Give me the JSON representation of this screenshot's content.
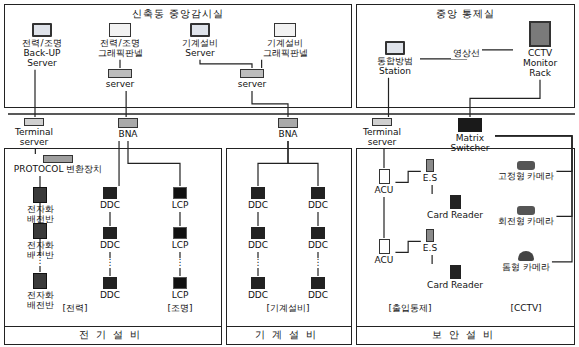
{
  "diagram": {
    "nodes": [
      {
        "text": [
          "신축동 중앙감시실"
        ]
      },
      {
        "text": [
          "전력/조명 Back-UP Server"
        ],
        "in": 0
      },
      {
        "text": [
          "전력/조명 그래픽판넬"
        ],
        "in": 0
      },
      {
        "text": [
          "기계설비 Server"
        ],
        "in": 0
      },
      {
        "text": [
          "기계설비 그래픽판넬"
        ],
        "in": 0
      },
      {
        "text": [
          "server"
        ],
        "in": 0
      },
      {
        "text": [
          "server"
        ],
        "in": 0
      },
      {
        "text": [
          "중앙 통제실"
        ]
      },
      {
        "text": [
          "통합방범 Station"
        ],
        "in": 7
      },
      {
        "text": [
          "CCTV Monitor Rack"
        ],
        "in": 7
      },
      {
        "text": [
          "Terminal server"
        ]
      },
      {
        "text": [
          "BNA"
        ]
      },
      {
        "text": [
          "BNA"
        ]
      },
      {
        "text": [
          "Terminal server"
        ]
      },
      {
        "text": [
          "Matrix Switcher"
        ]
      },
      {
        "text": [
          "전기설비"
        ]
      },
      {
        "text": [
          "PROTOCOL 변환장치"
        ],
        "in": 15
      },
      {
        "text": [
          "전자화 배전반"
        ],
        "in": 15
      },
      {
        "text": [
          "전자화 배전반"
        ],
        "in": 15
      },
      {
        "text": [
          "전자화 배전반"
        ],
        "in": 15
      },
      {
        "text": [
          "DDC"
        ],
        "in": 15
      },
      {
        "text": [
          "DDC"
        ],
        "in": 15
      },
      {
        "text": [
          "DDC"
        ],
        "in": 15
      },
      {
        "text": [
          "LCP"
        ],
        "in": 15
      },
      {
        "text": [
          "LCP"
        ],
        "in": 15
      },
      {
        "text": [
          "LCP"
        ],
        "in": 15
      },
      {
        "text": [
          "기계설비"
        ]
      },
      {
        "text": [
          "DDC"
        ],
        "in": 26
      },
      {
        "text": [
          "DDC"
        ],
        "in": 26
      },
      {
        "text": [
          "DDC"
        ],
        "in": 26
      },
      {
        "text": [
          "DDC"
        ],
        "in": 26
      },
      {
        "text": [
          "DDC"
        ],
        "in": 26
      },
      {
        "text": [
          "DDC"
        ],
        "in": 26
      },
      {
        "text": [
          "보안설비"
        ]
      },
      {
        "text": [
          "ACU"
        ],
        "in": 33
      },
      {
        "text": [
          "E.S"
        ],
        "in": 33
      },
      {
        "text": [
          "Card Reader"
        ],
        "in": 33
      },
      {
        "text": [
          "ACU"
        ],
        "in": 33
      },
      {
        "text": [
          "E.S"
        ],
        "in": 33
      },
      {
        "text": [
          "Card Reader"
        ],
        "in": 33
      },
      {
        "text": [
          "고정형 카메라"
        ],
        "in": 33
      },
      {
        "text": [
          "회전형 카메라"
        ],
        "in": 33
      },
      {
        "text": [
          "돔형 카메라"
        ],
        "in": 33
      }
    ],
    "edges": [
      {
        "from": 1,
        "to": 10,
        "arrow": "none"
      },
      {
        "from": 2,
        "to": 5,
        "arrow": "none"
      },
      {
        "from": 3,
        "to": 6,
        "arrow": "none"
      },
      {
        "from": 4,
        "to": 6,
        "arrow": "none"
      },
      {
        "from": 5,
        "to": 11,
        "arrow": "none"
      },
      {
        "from": 6,
        "to": 12,
        "arrow": "none"
      },
      {
        "from": 8,
        "to": 9,
        "label": "영상선",
        "arrow": "none"
      },
      {
        "from": 8,
        "to": 13,
        "arrow": "none"
      },
      {
        "from": 14,
        "to": 9,
        "arrow": "none"
      },
      {
        "from": 10,
        "to": 16,
        "arrow": "none"
      },
      {
        "from": 16,
        "to": 17,
        "arrow": "none"
      },
      {
        "from": 17,
        "to": 18,
        "arrow": "none"
      },
      {
        "from": 18,
        "to": 19,
        "arrow": "none"
      },
      {
        "from": 11,
        "to": 20,
        "arrow": "none"
      },
      {
        "from": 20,
        "to": 21,
        "arrow": "none"
      },
      {
        "from": 21,
        "to": 22,
        "arrow": "none"
      },
      {
        "from": 11,
        "to": 23,
        "arrow": "none"
      },
      {
        "from": 23,
        "to": 24,
        "arrow": "none"
      },
      {
        "from": 24,
        "to": 25,
        "arrow": "none"
      },
      {
        "from": 12,
        "to": 27,
        "arrow": "none"
      },
      {
        "from": 27,
        "to": 28,
        "arrow": "none"
      },
      {
        "from": 28,
        "to": 29,
        "arrow": "none"
      },
      {
        "from": 12,
        "to": 30,
        "arrow": "none"
      },
      {
        "from": 30,
        "to": 31,
        "arrow": "none"
      },
      {
        "from": 31,
        "to": 32,
        "arrow": "none"
      },
      {
        "from": 13,
        "to": 34,
        "arrow": "none"
      },
      {
        "from": 34,
        "to": 35,
        "arrow": "none"
      },
      {
        "from": 35,
        "to": 36,
        "arrow": "none"
      },
      {
        "from": 34,
        "to": 37,
        "arrow": "none"
      },
      {
        "from": 37,
        "to": 38,
        "arrow": "none"
      },
      {
        "from": 38,
        "to": 39,
        "arrow": "none"
      },
      {
        "from": 14,
        "to": 40,
        "arrow": "none"
      },
      {
        "from": 14,
        "to": 41,
        "arrow": "none"
      },
      {
        "from": 14,
        "to": 42,
        "arrow": "none"
      }
    ],
    "labels": [
      "[전력]",
      "[조명]",
      "[기계설비]",
      "[출입통제]",
      "[CCTV]",
      "⋮",
      "⋮",
      "⋮",
      "⋮",
      "⋮"
    ]
  }
}
